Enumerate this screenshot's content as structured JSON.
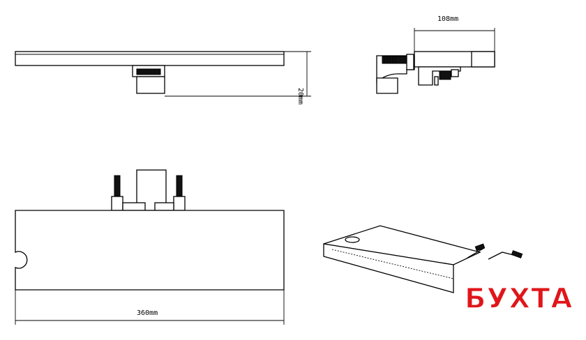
{
  "dimensions": {
    "width_top": "108mm",
    "height_side": "20mm",
    "length_front": "360mm"
  },
  "watermark": {
    "text": "БУХТА",
    "color": "#e0161a"
  }
}
